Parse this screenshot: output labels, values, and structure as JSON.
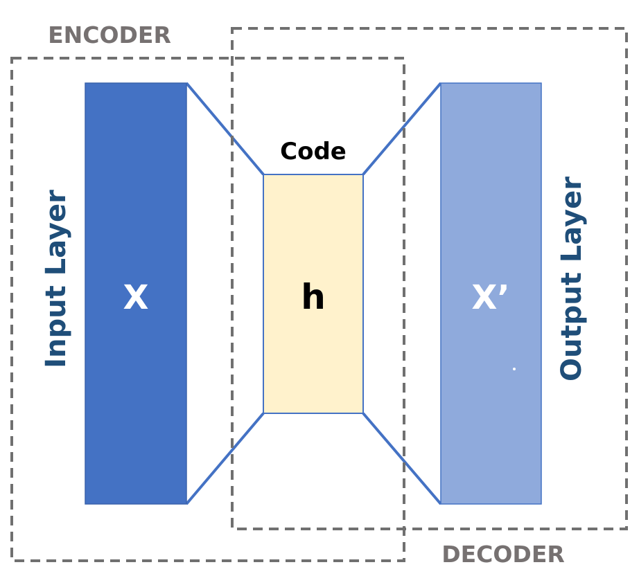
{
  "diagram": {
    "encoder_label": "ENCODER",
    "decoder_label": "DECODER",
    "input_layer_label": "Input Layer",
    "output_layer_label": "Output Layer",
    "input_symbol": "X",
    "code_label": "Code",
    "code_symbol": "h",
    "output_symbol": "X’"
  },
  "colors": {
    "input_fill": "#4472C4",
    "code_fill": "#FFF2CC",
    "output_fill": "#8FAADC",
    "connector": "#4472C4",
    "layer_text": "#1F4E79",
    "dashed_border": "#707070",
    "region_text": "#767171"
  }
}
